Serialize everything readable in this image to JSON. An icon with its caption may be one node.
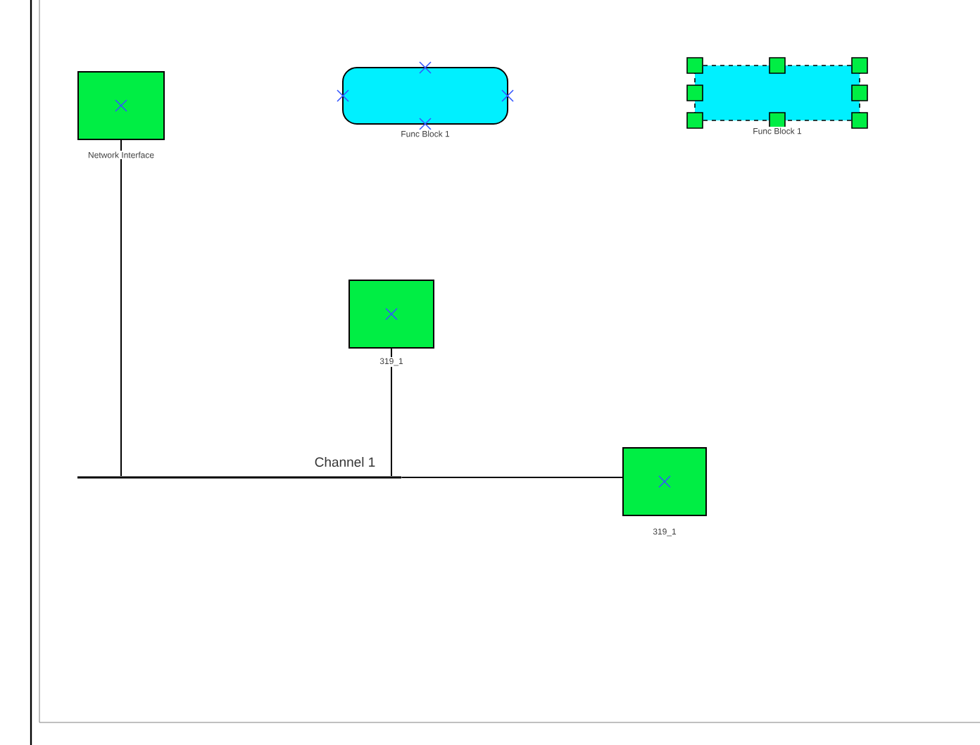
{
  "diagram": {
    "nodes": [
      {
        "text": [],
        "shape": "box",
        "beside": [
          "Network Interface"
        ]
      },
      {
        "text": [],
        "shape": "capsule",
        "beside": [
          "Func Block 1"
        ]
      },
      {
        "text": [],
        "shape": "box",
        "beside": [
          "Func Block 1"
        ]
      },
      {
        "text": [],
        "shape": "box",
        "beside": [
          "319_1"
        ]
      },
      {
        "text": [],
        "shape": "box",
        "beside": [
          "319_1"
        ]
      },
      {
        "text": [],
        "shape": "bar",
        "beside": [
          "Channel 1"
        ]
      }
    ],
    "edges": [
      {
        "from": 0,
        "to": 5,
        "arrow": "none"
      },
      {
        "from": 3,
        "to": 5,
        "arrow": "none"
      },
      {
        "from": 5,
        "to": 4,
        "arrow": "none"
      }
    ]
  }
}
